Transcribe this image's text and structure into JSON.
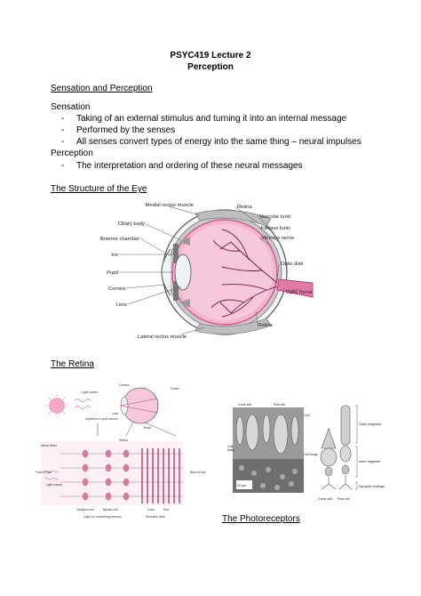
{
  "header": {
    "course": "PSYC419 Lecture 2",
    "topic": "Perception"
  },
  "section1": {
    "heading": "Sensation and Perception",
    "sensation_label": "Sensation",
    "sensation_bullets": [
      "Taking of an external stimulus and turning it into an internal message",
      "Performed by the senses",
      "All senses convert types of energy into the same thing – neural impulses"
    ],
    "perception_label": "Perception",
    "perception_bullets": [
      "The interpretation and ordering of these neural messages"
    ],
    "bullet_marker": "-"
  },
  "section2": {
    "heading": "The Structure of the Eye",
    "labels_left": [
      "Medial rectus muscle",
      "Ciliary body",
      "Anterior chamber",
      "Iris",
      "Pupil",
      "Cornea",
      "Lens",
      "Lateral rectus muscle"
    ],
    "labels_right": [
      "Retina",
      "Vascular tunic",
      "Fibrous tunic",
      "Vitreous nerve",
      "Optic disk",
      "Optic nerve",
      "Retina"
    ]
  },
  "section3": {
    "heading": "The Retina",
    "retina_labels": {
      "light_waves": "Light waves",
      "impulses": "Impulses to optic nerves",
      "nerve_fibers": "Nerve fibers",
      "front_of_eye": "Front of eye",
      "light_waves2": "Light waves",
      "back_of_eye": "Back of eye",
      "retina": "Retina",
      "cornea": "Cornea",
      "fovea": "Fovea",
      "lens": "Lens",
      "rods": "Rods",
      "ganglion": "Ganglion cell",
      "bipolar": "Bipolar cell",
      "cone": "Cone",
      "rod": "Rod",
      "layer_neurons": "Layer of connecting neurons",
      "receptor_cells": "Receptor cells"
    },
    "micro_labels": {
      "cone_cell": "Cone cell",
      "rod_cell": "Rod cell",
      "cell_body": "Cell body",
      "scale": "20 μm"
    },
    "photo_labels": {
      "cell": "Cell",
      "outer_segment": "Outer segment",
      "cell_body": "Cell body",
      "inner_segment": "Inner segment",
      "synaptic": "Synaptic endings",
      "cone_cell": "Cone cell",
      "rod_cell": "Rod cell"
    },
    "caption": "The Photoreceptors"
  },
  "colors": {
    "pink": "#e9a6c4",
    "pink_dark": "#d45a93",
    "vessel": "#6a1c3a"
  }
}
